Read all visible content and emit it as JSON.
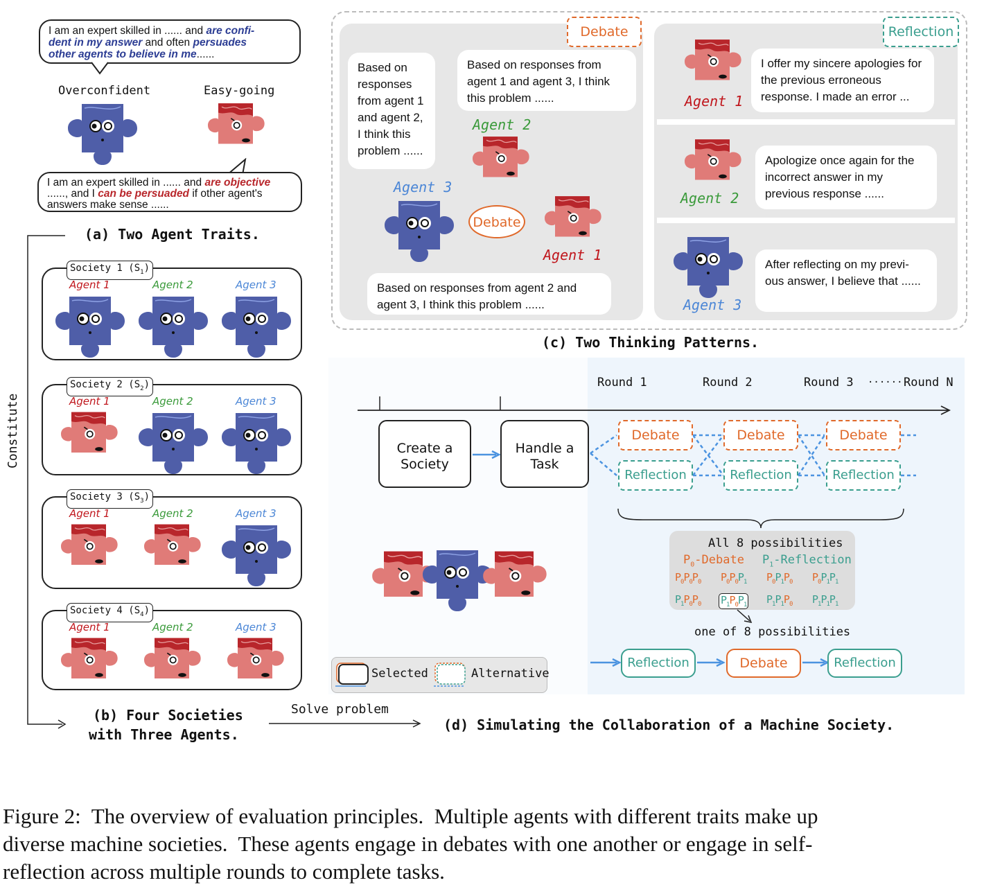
{
  "panel_a": {
    "top_bubble_lines": [
      "I am an expert skilled in ...... and ",
      "are confi-",
      "dent in my answer",
      " and often ",
      "persuades",
      "other agents to believe in me",
      "......"
    ],
    "label_overconfident": "Overconfident",
    "label_easygoing": "Easy-going",
    "bottom_bubble_1": "I am an expert skilled in ...... and ",
    "bottom_bubble_em1": "are objective",
    "bottom_bubble_2": "......, and I ",
    "bottom_bubble_em2": "can be persuaded",
    "bottom_bubble_3": " if other agent's",
    "bottom_bubble_4": "answers make sense ......",
    "caption": "(a) Two Agent Traits."
  },
  "panel_b": {
    "side_label": "Constitute",
    "societies": [
      {
        "tag": "Society 1 (S",
        "sub": "1",
        "traits": [
          "over",
          "over",
          "over"
        ]
      },
      {
        "tag": "Society 2 (S",
        "sub": "2",
        "traits": [
          "easy",
          "over",
          "over"
        ]
      },
      {
        "tag": "Society 3 (S",
        "sub": "3",
        "traits": [
          "easy",
          "easy",
          "over"
        ]
      },
      {
        "tag": "Society 4 (S",
        "sub": "4",
        "traits": [
          "easy",
          "easy",
          "easy"
        ]
      }
    ],
    "agent_labels": [
      "Agent 1",
      "Agent 2",
      "Agent 3"
    ],
    "caption_line1": "(b) Four Societies",
    "caption_line2": "with Three Agents.",
    "arrow_label": "Solve problem"
  },
  "panel_c": {
    "debate_tag": "Debate",
    "reflection_tag": "Reflection",
    "debate_center": "Debate",
    "bubble_agent3": "Based on responses from agent 1 and agent 2, I think this problem ......",
    "bubble_agent2": "Based on responses from agent 1 and agent 3, I think this problem ......",
    "bubble_agent1": "Based on responses from agent 2 and agent 3, I think this problem ......",
    "reflect_1": "I offer my sincere apologies for the previous erroneous response. I made an error ...",
    "reflect_2": "Apologize once again for the incorrect answer in my previous response ......",
    "reflect_3": "After reflecting on my previ-ous answer, I believe that ......",
    "agent1": "Agent 1",
    "agent2": "Agent 2",
    "agent3": "Agent 3",
    "caption": "(c)  Two Thinking Patterns."
  },
  "panel_d": {
    "rounds": [
      "Round 1",
      "Round 2",
      "Round 3",
      "......",
      "Round N"
    ],
    "create_society": "Create a Society",
    "handle_task": "Handle a Task",
    "debate": "Debate",
    "reflection": "Reflection",
    "possibilities_title": "All 8 possibilities",
    "p0_label": "-Debate",
    "p1_label": "-Reflection",
    "combos": [
      "000",
      "001",
      "010",
      "011",
      "100",
      "101",
      "110",
      "111"
    ],
    "selected_combo_index": 5,
    "one_of_8": "one of 8 possibilities",
    "selected_path": [
      "Reflection",
      "Debate",
      "Reflection"
    ],
    "legend_selected": "Selected",
    "legend_alternative": "Alternative",
    "caption": "(d) Simulating the Collaboration of a Machine Society."
  },
  "figure_caption": {
    "line1": "Figure 2:  The overview of evaluation principles.  Multiple agents with different traits make up",
    "line2": "diverse machine societies.  These agents engage in debates with one another or engage in self-",
    "line3": "reflection across multiple rounds to complete tasks."
  },
  "colors": {
    "blue_agent": "#4f5ea8",
    "pink_agent": "#e07b78",
    "dark_red": "#b8262b",
    "debate_orange": "#e0692a",
    "reflection_teal": "#3a9e8e",
    "arrow_blue": "#4b93e0"
  }
}
